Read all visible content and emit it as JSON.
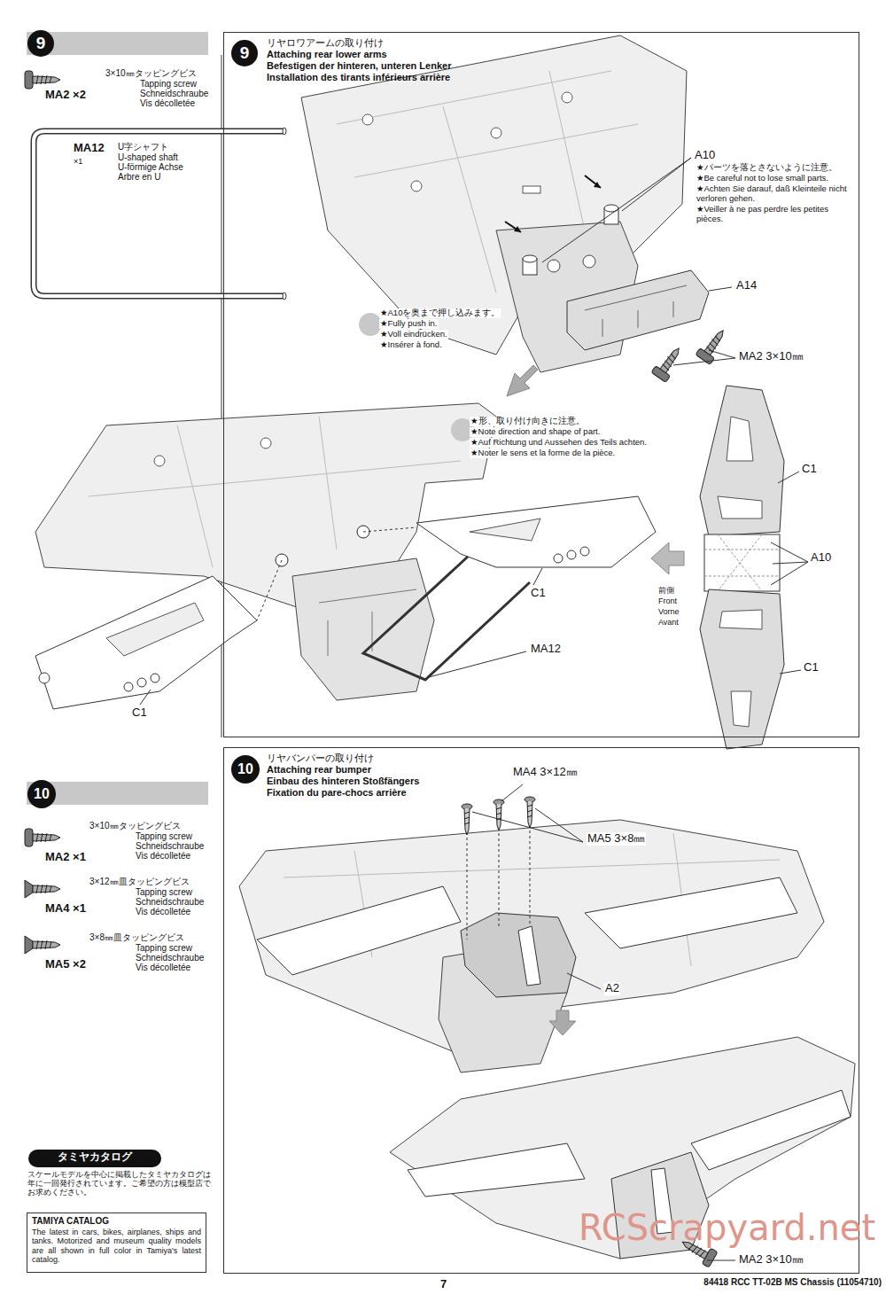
{
  "diagram": {
    "nodes": [
      {
        "text": [
          "9"
        ]
      },
      {
        "text": [
          "9",
          "リヤロワアームの取り付け",
          "Attaching rear lower arms",
          "Befestigen der hinteren, unteren Lenker",
          "Installation des tirants inférieurs arrière"
        ]
      },
      {
        "text": [
          "10"
        ]
      },
      {
        "text": [
          "10",
          "リヤバンパーの取り付け",
          "Attaching rear bumper",
          "Einbau des hinteren Stoßfängers",
          "Fixation du pare-chocs arrière"
        ]
      },
      {
        "text": [
          "タミヤカタログ"
        ]
      },
      {
        "text": [
          "TAMIYA CATALOG",
          "The latest in cars, bikes, airplanes, ships and tanks. Motorized and museum quality models are all shown in full color in Tamiya's latest catalog."
        ]
      }
    ],
    "labels": [
      "MA2 ×2",
      "3×10㎜タッピングビス",
      "Tapping screw",
      "Schneidschraube",
      "Vis décolletée",
      "MA12",
      "×1",
      "U字シャフト",
      "U-shaped shaft",
      "U-förmige Achse",
      "Arbre en U",
      "A10",
      "★パーツを落とさないように注意。",
      "★Be careful not to lose small parts.",
      "★Achten Sie darauf, daß Kleinteile nicht verloren gehen.",
      "★Veiller à ne pas perdre les petites pièces.",
      "A14",
      "★A10を奥まで押し込みます。",
      "★Fully push in.",
      "★Voll eindrücken.",
      "★Insérer à fond.",
      "MA2 3×10㎜",
      "★形、取り付け向きに注意。",
      "★Note direction and shape of part.",
      "★Auf Richtung und Aussehen des Teils achten.",
      "★Noter le sens et la forme de la pièce.",
      "C1",
      "A10",
      "前側",
      "Front",
      "Vorne",
      "Avant",
      "C1",
      "MA12",
      "C1",
      "C1",
      "3×10㎜タッピングビス",
      "Tapping screw",
      "Schneidschraube",
      "Vis décolletée",
      "MA2 ×1",
      "3×12㎜皿タッピングビス",
      "Tapping screw",
      "Schneidschraube",
      "Vis décolletée",
      "MA4 ×1",
      "3×8㎜皿タッピングビス",
      "Tapping screw",
      "Schneidschraube",
      "Vis décolletée",
      "MA5 ×2",
      "MA4 3×12㎜",
      "MA5 3×8㎜",
      "A2",
      "MA2 3×10㎜",
      "スケールモデルを中心に掲載したタミヤカタログは年に一回発行されています。ご希望の方は模型店でお求めください。",
      "7",
      "84418 RCC TT-02B MS Chassis (11054710)",
      "RCScrapyard.net"
    ]
  }
}
